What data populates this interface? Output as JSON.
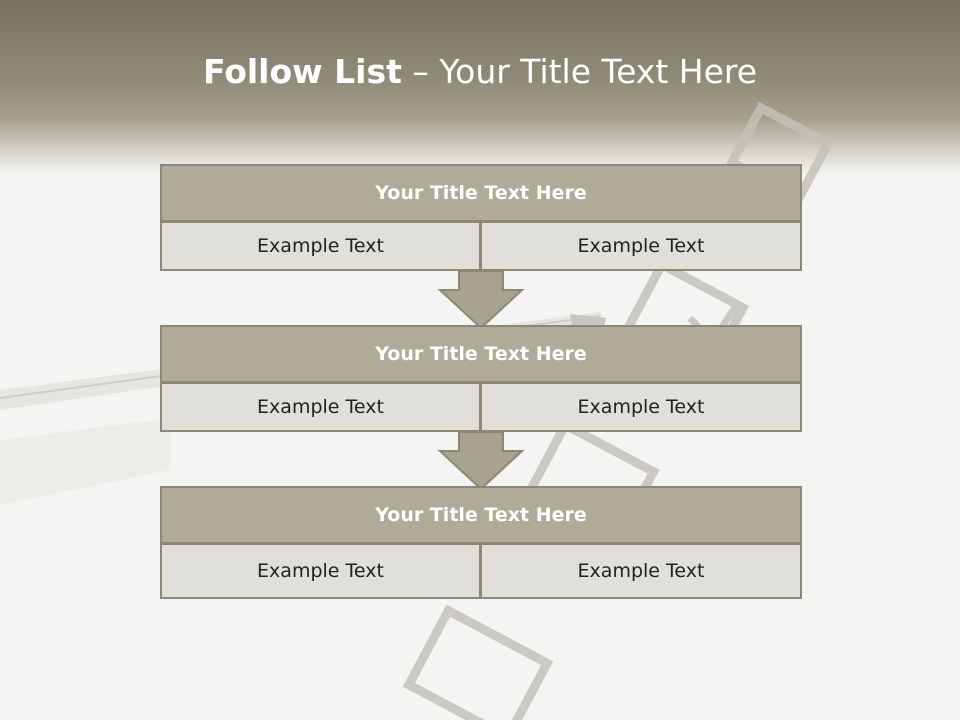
{
  "colors": {
    "header_band": "#77725f",
    "box_header_fill": "#b0ab98",
    "box_border": "#8d8774",
    "cell_fill": "#e0dfda",
    "arrow_fill": "#a8a391",
    "page_bg": "#f4f4f2"
  },
  "slide": {
    "title_bold": "Follow List",
    "title_rest": " – Your Title Text Here"
  },
  "steps": [
    {
      "title": "Your Title Text Here",
      "left": "Example Text",
      "right": "Example Text"
    },
    {
      "title": "Your Title Text Here",
      "left": "Example Text",
      "right": "Example Text"
    },
    {
      "title": "Your Title Text Here",
      "left": "Example Text",
      "right": "Example Text"
    }
  ],
  "icons": {
    "connector": "down-arrow-icon",
    "background_checkbox": "checkbox-outline-icon",
    "background_pen": "pen-icon"
  }
}
